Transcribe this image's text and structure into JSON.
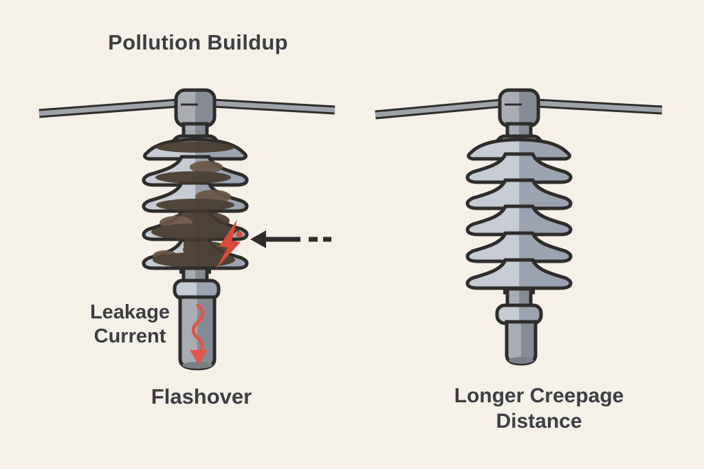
{
  "colors": {
    "bg": "#f5f1e8",
    "ink": "#3b3e42",
    "outline": "#2e2d2b",
    "shell-light": "#c7ccd4",
    "shell-dark": "#9ba3b0",
    "metal-light": "#a9adb3",
    "metal-dark": "#868c95",
    "wire": "#9fa4ab",
    "soot": "#473a2e",
    "soot-light": "#6a5645",
    "bolt-red": "#d94a38",
    "flow-red": "#e0564a"
  },
  "left_diagram": {
    "title": "Pollution Buildup",
    "leakage_line1": "Leakage",
    "leakage_line2": "Current",
    "flashover": "Flashover"
  },
  "right_diagram": {
    "caption_line1": "Longer Creepage",
    "caption_line2": "Distance"
  },
  "annotations": {
    "bolt_icon": "lightning-bolt",
    "pointer_icon": "dashed-arrow-left",
    "leakage_icon": "wavy-arrow-down"
  }
}
